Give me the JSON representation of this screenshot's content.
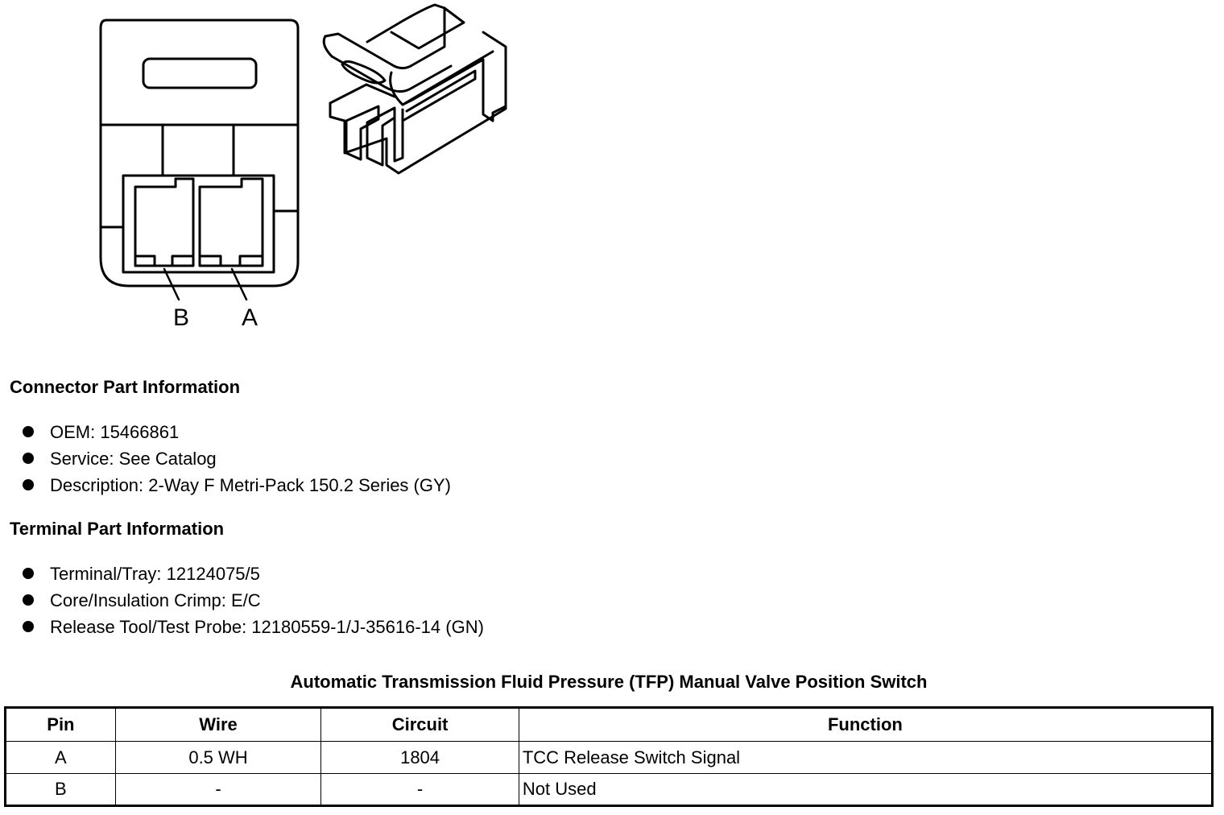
{
  "connector_view": {
    "pin_labels": [
      "B",
      "A"
    ]
  },
  "connector_info": {
    "heading": "Connector Part Information",
    "items": [
      "OEM: 15466861",
      "Service: See Catalog",
      "Description: 2-Way F Metri-Pack 150.2 Series (GY)"
    ]
  },
  "terminal_info": {
    "heading": "Terminal Part Information",
    "items": [
      "Terminal/Tray: 12124075/5",
      "Core/Insulation Crimp: E/C",
      "Release Tool/Test Probe: 12180559-1/J-35616-14 (GN)"
    ]
  },
  "pin_table": {
    "title": "Automatic Transmission Fluid Pressure (TFP) Manual Valve Position Switch",
    "headers": [
      "Pin",
      "Wire",
      "Circuit",
      "Function"
    ],
    "rows": [
      [
        "A",
        "0.5 WH",
        "1804",
        "TCC Release Switch Signal"
      ],
      [
        "B",
        "-",
        "-",
        "Not Used"
      ]
    ]
  }
}
